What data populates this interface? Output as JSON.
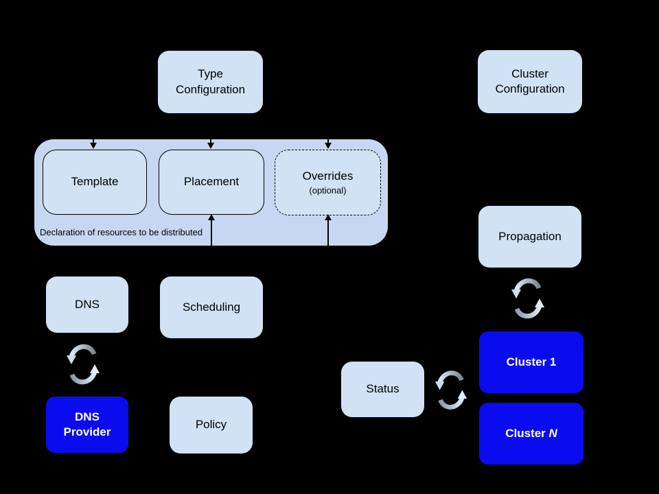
{
  "colors": {
    "bg": "#000000",
    "container_fill": "#c7d7f2",
    "box_fill": "#d0e2f3",
    "blue_fill": "#0b0bf0",
    "text_dark": "#000000",
    "text_light": "#ffffff",
    "line": "#000000",
    "sync_light": "#dfe9f6",
    "sync_dark": "#7a8590"
  },
  "nodes": {
    "type_configuration": {
      "label": "Type\nConfiguration"
    },
    "cluster_configuration": {
      "label": "Cluster\nConfiguration"
    },
    "template": {
      "label": "Template"
    },
    "placement": {
      "label": "Placement"
    },
    "overrides": {
      "label": "Overrides",
      "sublabel": "(optional)"
    },
    "dns": {
      "label": "DNS"
    },
    "scheduling": {
      "label": "Scheduling"
    },
    "propagation": {
      "label": "Propagation"
    },
    "dns_provider": {
      "label": "DNS\nProvider"
    },
    "policy": {
      "label": "Policy"
    },
    "status": {
      "label": "Status"
    },
    "cluster_1": {
      "label": "Cluster 1"
    },
    "cluster_n": {
      "prefix": "Cluster",
      "suffix": "N"
    }
  },
  "container": {
    "caption": "Declaration of resources to be distributed"
  },
  "icons": {
    "sync": "circular-sync-arrows"
  },
  "connectors": [
    {
      "from": "type_configuration",
      "to": "template",
      "style": "dashed-arrow-down"
    },
    {
      "from": "type_configuration",
      "to": "placement",
      "style": "dashed-arrow-down"
    },
    {
      "from": "type_configuration",
      "to": "overrides",
      "style": "dash-dot-arrow-down"
    },
    {
      "from": "scheduling",
      "to": "placement",
      "style": "solid-arrow-up"
    },
    {
      "from": "below",
      "to": "overrides",
      "style": "solid-arrow-up"
    }
  ]
}
